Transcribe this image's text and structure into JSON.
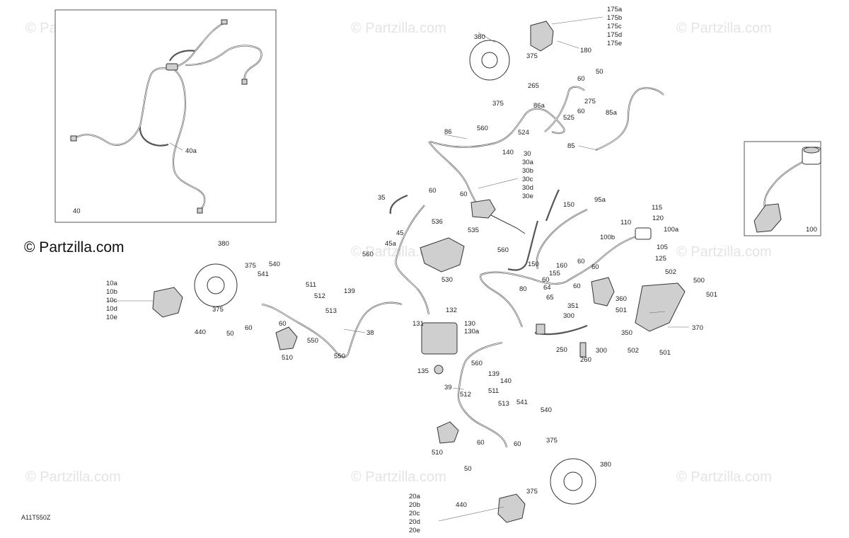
{
  "watermarks": {
    "small": "© Partzilla.com",
    "main": "© Partzilla.com"
  },
  "diagram_code": "A11T550Z",
  "callouts": {
    "c40": "40",
    "c40a": "40a",
    "c100": "100",
    "c380_top": "380",
    "c175": [
      "175a",
      "175b",
      "175c",
      "175d",
      "175e"
    ],
    "c180": "180",
    "c375_t1": "375",
    "c375_t2": "375",
    "c265": "265",
    "c60_t1": "60",
    "c50_t1": "50",
    "c275": "275",
    "c86a": "86a",
    "c60_t2": "60",
    "c525": "525",
    "c524": "524",
    "c85a": "85a",
    "c86": "86",
    "c560_t": "560",
    "c140_t": "140",
    "c85": "85",
    "c30": [
      "30",
      "30a",
      "30b",
      "30c",
      "30d",
      "30e"
    ],
    "c35": "35",
    "c60_m1": "60",
    "c60_m2": "60",
    "c150_1": "150",
    "c95a": "95a",
    "c45": "45",
    "c536": "536",
    "c535": "535",
    "c45a": "45a",
    "c560_m1": "560",
    "c560_m2": "560",
    "c530": "530",
    "c150_2": "150",
    "c115": "115",
    "c110": "110",
    "c120": "120",
    "c100a": "100a",
    "c100b": "100b",
    "c105": "105",
    "c125": "125",
    "c160": "160",
    "c60_r1": "60",
    "c60_r2": "60",
    "c155": "155",
    "c60_r3": "60",
    "c64": "64",
    "c60_r4": "60",
    "c65": "65",
    "c80": "80",
    "c351": "351",
    "c360": "360",
    "c502_1": "502",
    "c500": "500",
    "c501_1": "501",
    "c501_2": "501",
    "c300_1": "300",
    "c370": "370",
    "c350": "350",
    "c502_2": "502",
    "c501_3": "501",
    "c250": "250",
    "c260": "260",
    "c300_2": "300",
    "c380_left": "380",
    "c10": [
      "10a",
      "10b",
      "10c",
      "10d",
      "10e"
    ],
    "c375_l1": "375",
    "c541_l": "541",
    "c540_l": "540",
    "c375_l2": "375",
    "c440_l": "440",
    "c50_l": "50",
    "c60_l": "60",
    "c60_l2": "60",
    "c511_l": "511",
    "c512_l": "512",
    "c513_l": "513",
    "c139_l": "139",
    "c510_l": "510",
    "c550_1": "550",
    "c550_2": "550",
    "c38": "38",
    "c132": "132",
    "c131": "131",
    "c130": [
      "130",
      "130a"
    ],
    "c135": "135",
    "c560_b": "560",
    "c139_b": "139",
    "c140_b": "140",
    "c39": "39",
    "c512_b": "512",
    "c511_b": "511",
    "c513_b": "513",
    "c541_b": "541",
    "c540_b": "540",
    "c510_b": "510",
    "c60_b1": "60",
    "c60_b2": "60",
    "c50_b": "50",
    "c375_b1": "375",
    "c375_b2": "375",
    "c380_b": "380",
    "c440_b": "440",
    "c20": [
      "20a",
      "20b",
      "20c",
      "20d",
      "20e"
    ]
  }
}
